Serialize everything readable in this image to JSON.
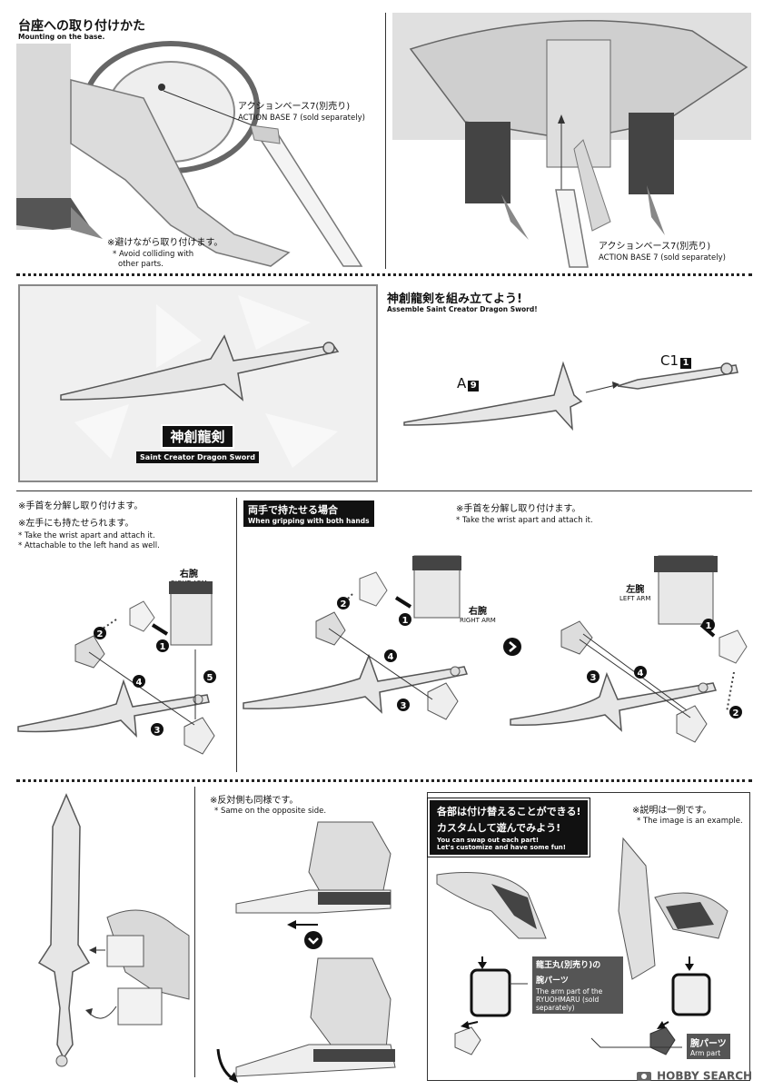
{
  "mounting": {
    "title_jp": "台座への取り付けかた",
    "title_en": "Mounting on the base.",
    "base_left_jp": "アクションベース7(別売り)",
    "base_left_en": "ACTION BASE 7 (sold separately)",
    "avoid_jp": "※避けながら取り付けます。",
    "avoid_en_1": "* Avoid colliding with",
    "avoid_en_2": "other parts.",
    "base_right_jp": "アクションベース7(別売り)",
    "base_right_en": "ACTION BASE 7 (sold separately)"
  },
  "sword": {
    "label_jp": "神創龍剣",
    "label_en": "Saint Creator Dragon Sword",
    "assemble_jp": "神創龍剣を組み立てよう!",
    "assemble_en": "Assemble Saint Creator Dragon Sword!",
    "part_a": "A",
    "part_a_num": "9",
    "part_c": "C1",
    "part_c_num": "1"
  },
  "hands": {
    "left_note1_jp": "※手首を分解し取り付けます。",
    "left_note2_jp": "※左手にも持たせられます。",
    "left_note1_en": "* Take the wrist apart and attach it.",
    "left_note2_en": "* Attachable to the left hand as well.",
    "right_arm_jp": "右腕",
    "right_arm_en": "RIGHT ARM",
    "both_hands_jp": "両手で持たせる場合",
    "both_hands_en": "When gripping with both hands",
    "mid_right_arm_jp": "右腕",
    "mid_right_arm_en": "RIGHT ARM",
    "right_note_jp": "※手首を分解し取り付けます。",
    "right_note_en": "* Take the wrist apart and attach it.",
    "left_arm_jp": "左腕",
    "left_arm_en": "LEFT ARM",
    "steps": [
      "1",
      "2",
      "3",
      "4",
      "5"
    ]
  },
  "bottom": {
    "opposite_jp": "※反対側も同様です。",
    "opposite_en": "* Same on the opposite side.",
    "swap_jp_1": "各部は付け替えることができる!",
    "swap_jp_2": "カスタムして遊んでみよう!",
    "swap_en_1": "You can swap out each part!",
    "swap_en_2": "Let's customize and have some fun!",
    "example_jp": "※説明は一例です。",
    "example_en": "* The image is an example.",
    "ryuohmaru_jp_1": "龍王丸(別売り)の",
    "ryuohmaru_jp_2": "腕パーツ",
    "ryuohmaru_en_1": "The arm part of the",
    "ryuohmaru_en_2": "RYUOHMARU (sold",
    "ryuohmaru_en_3": "separately)",
    "arm_part_jp": "腕パーツ",
    "arm_part_en": "Arm part"
  },
  "watermark": "HOBBY SEARCH"
}
